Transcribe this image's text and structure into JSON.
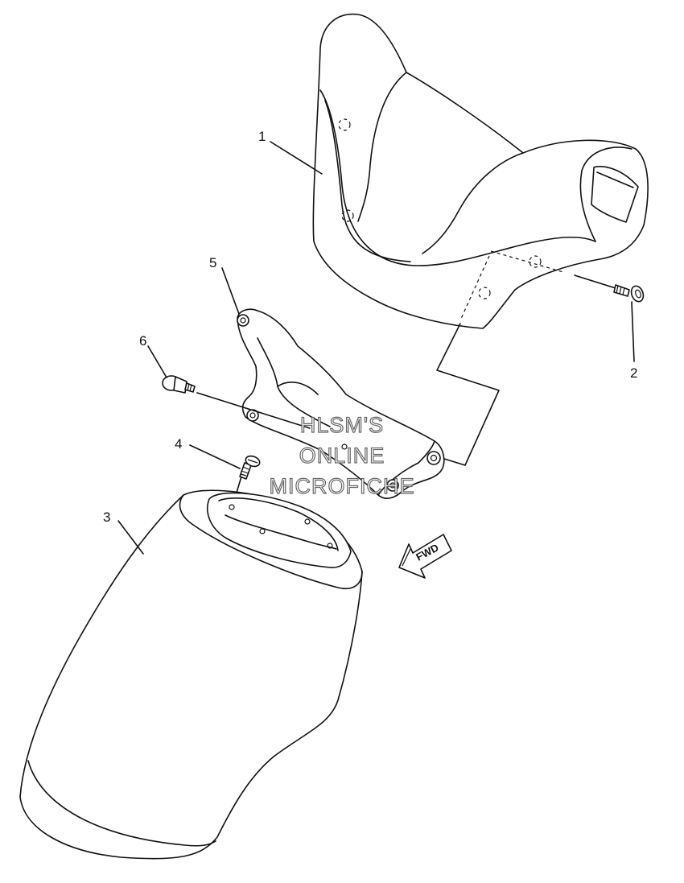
{
  "diagram": {
    "callouts": [
      "1",
      "2",
      "3",
      "4",
      "5",
      "6"
    ],
    "direction_label": "FWD",
    "watermark": [
      "HLSM'S",
      "ONLINE",
      "MICROFICHE"
    ]
  }
}
